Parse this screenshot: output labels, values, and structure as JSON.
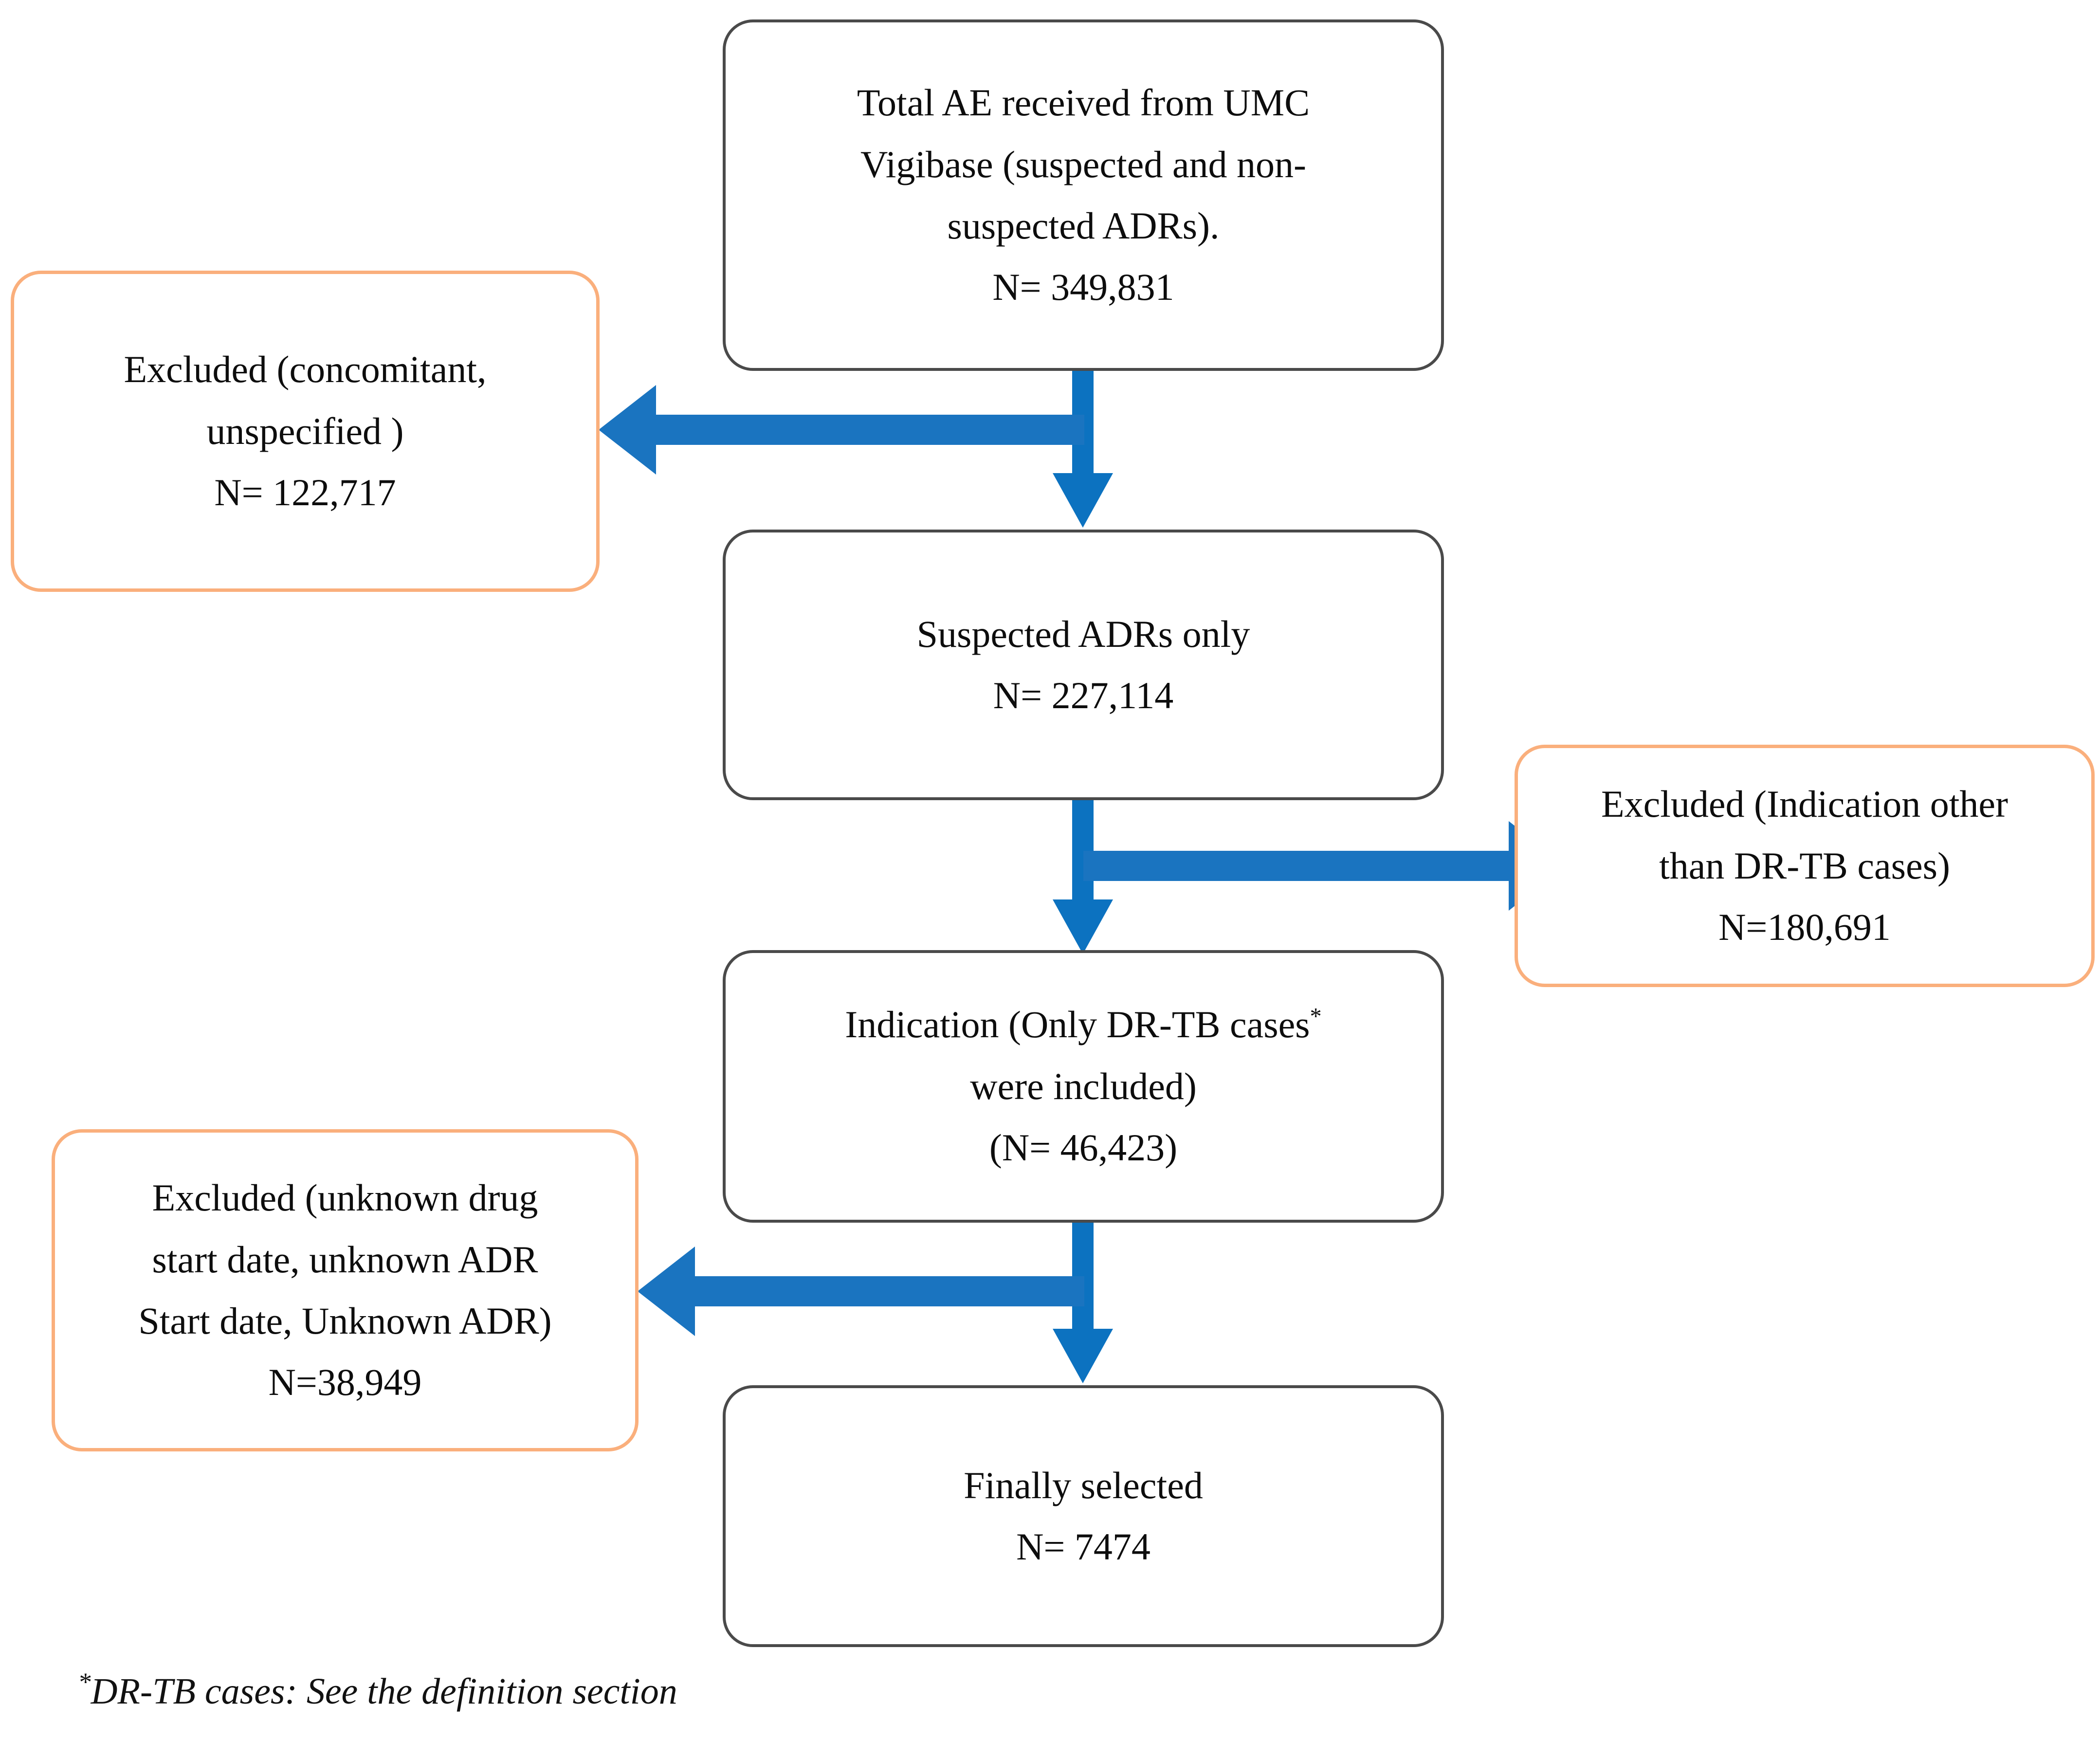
{
  "figure": {
    "type": "flowchart",
    "orientation": "top-to-bottom",
    "accent_blue": "#0C72C0",
    "excluded_border": "#FAAF7C",
    "primary_border": "#4A4A4A",
    "background": "#FFFFFF"
  },
  "nodes": {
    "total_ae": {
      "kind": "primary",
      "line1": "Total AE received from UMC",
      "line2": "Vigibase (suspected and non-",
      "line3": "suspected ADRs).",
      "count": "N= 349,831"
    },
    "suspected_adrs": {
      "kind": "primary",
      "line1": "Suspected ADRs only",
      "count": "N= 227,114"
    },
    "indication": {
      "kind": "primary",
      "line1": "Indication (Only DR-TB cases",
      "line1_sup": "*",
      "line2": "were included)",
      "count": "(N= 46,423)"
    },
    "finally_selected": {
      "kind": "primary",
      "line1": "Finally selected",
      "count": "N= 7474"
    },
    "excluded_concomitant": {
      "kind": "excluded",
      "line1": "Excluded (concomitant,",
      "line2": "unspecified )",
      "count": "N= 122,717"
    },
    "excluded_indication": {
      "kind": "excluded",
      "line1": "Excluded (Indication other",
      "line2": "than DR-TB cases)",
      "count": "N=180,691"
    },
    "excluded_unknown": {
      "kind": "excluded",
      "line1": "Excluded (unknown drug",
      "line2": "start date, unknown ADR",
      "line3": "Start date, Unknown ADR)",
      "count": "N=38,949"
    }
  },
  "edges": [
    {
      "id": "e1",
      "from": "total_ae",
      "to": "suspected_adrs",
      "direction": "down"
    },
    {
      "id": "e1b",
      "from": "total_ae",
      "to": "excluded_concomitant",
      "direction": "left"
    },
    {
      "id": "e2",
      "from": "suspected_adrs",
      "to": "indication",
      "direction": "down"
    },
    {
      "id": "e2b",
      "from": "suspected_adrs",
      "to": "excluded_indication",
      "direction": "right"
    },
    {
      "id": "e3",
      "from": "indication",
      "to": "finally_selected",
      "direction": "down"
    },
    {
      "id": "e3b",
      "from": "indication",
      "to": "excluded_unknown",
      "direction": "left"
    }
  ],
  "footnote": {
    "marker": "*",
    "text": "DR-TB cases: See the definition section"
  }
}
